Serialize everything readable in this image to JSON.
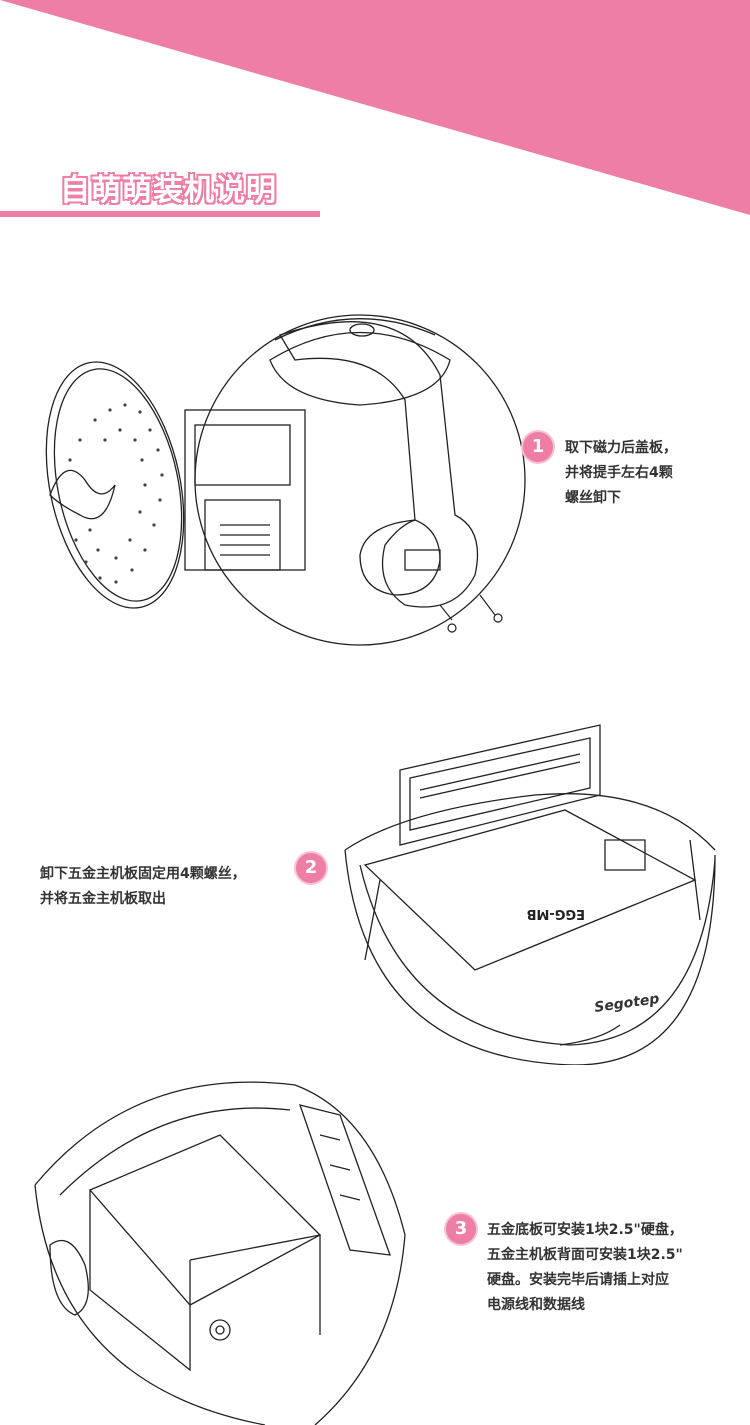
{
  "title": "自萌萌装机说明",
  "colors": {
    "accent": "#ee7ea6",
    "text": "#333333"
  },
  "steps": [
    {
      "number": "1",
      "lines": [
        "取下磁力后盖板，",
        "并将提手左右4颗",
        "螺丝卸下"
      ]
    },
    {
      "number": "2",
      "lines": [
        "卸下五金主机板固定用4颗螺丝，",
        "并将五金主机板取出"
      ]
    },
    {
      "number": "3",
      "lines": [
        "五金底板可安装1块2.5\"硬盘，",
        "五金主机板背面可安装1块2.5\"",
        "硬盘。安装完毕后请插上对应",
        "电源线和数据线"
      ]
    }
  ],
  "illustrations": {
    "board_label": "EGG-MB",
    "brand": "Segotep"
  }
}
